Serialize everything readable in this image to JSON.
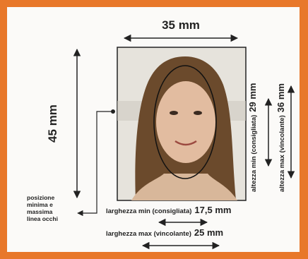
{
  "colors": {
    "border": "#e8782a",
    "background": "#fbfaf8",
    "ink": "#222222"
  },
  "labels": {
    "width_photo": "35 mm",
    "height_photo": "45 mm",
    "eye_line": [
      "posizione",
      "minima e",
      "massima",
      "linea occhi"
    ],
    "face_height_min_prefix": "altezza min (consigliata)",
    "face_height_min_value": "29 mm",
    "face_height_max_prefix": "altezza max (vincolante)",
    "face_height_max_value": "36 mm",
    "face_width_min_prefix": "larghezza min (consigliata)",
    "face_width_min_value": "17,5 mm",
    "face_width_max_prefix": "larghezza max (vincolante)",
    "face_width_max_value": "25 mm"
  }
}
